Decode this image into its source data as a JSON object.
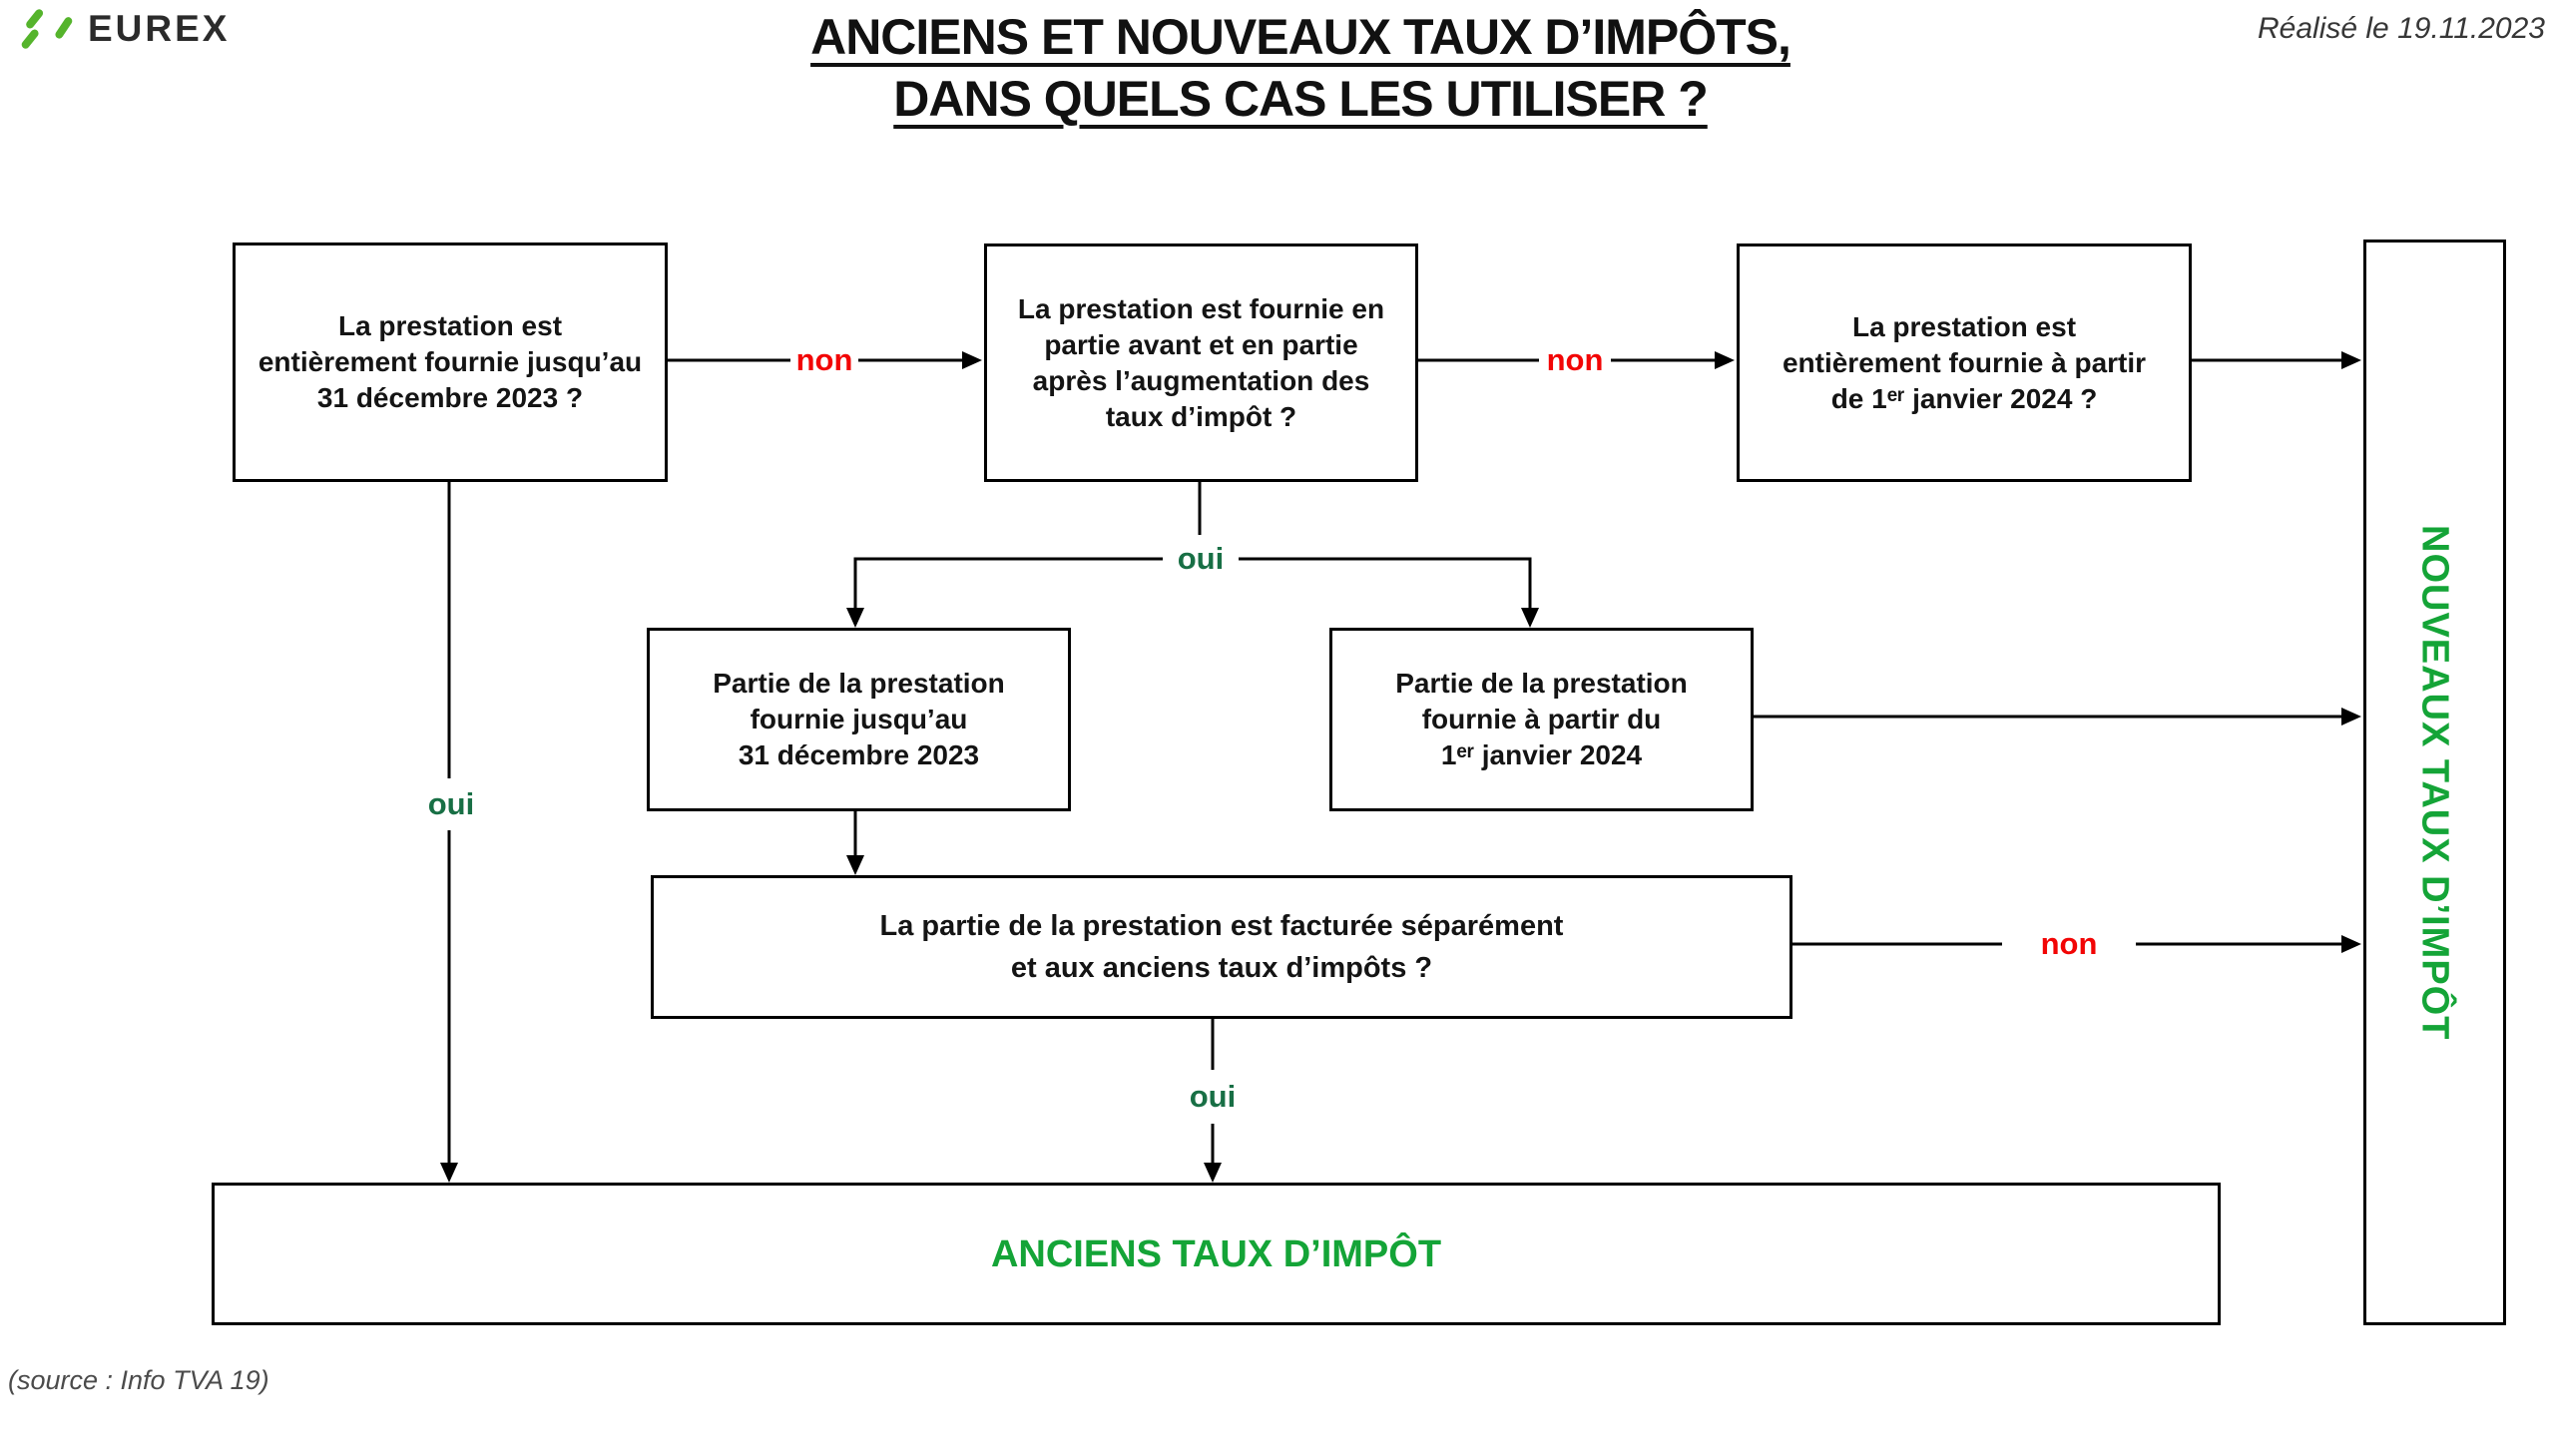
{
  "brand": {
    "logo_text": "EUREX"
  },
  "header": {
    "title_line1": "ANCIENS ET NOUVEAUX TAUX D’IMPÔTS,",
    "title_line2": "DANS QUELS CAS LES UTILISER ?",
    "date_note": "Réalisé le 19.11.2023"
  },
  "flowchart": {
    "q_fully_before": "La prestation est\nentièrement fournie jusqu’au\n31 décembre 2023 ?",
    "q_partly_before_after": "La prestation est fournie en\npartie avant et en partie\naprès l’augmentation des\ntaux d’impôt ?",
    "q_fully_after": "La prestation est\nentièrement fournie à partir\nde 1ᵉʳ janvier 2024 ?",
    "part_before": "Partie de la prestation\nfournie jusqu’au\n31 décembre 2023",
    "part_after": "Partie de la prestation\nfournie à partir du\n1ᵉʳ janvier 2024",
    "q_invoiced_separately": "La partie de la prestation est facturée séparément\net aux anciens taux d’impôts ?",
    "label_yes": "oui",
    "label_no": "non",
    "terminal_old": "ANCIENS TAUX D’IMPÔT",
    "terminal_new": "NOUVEAUX TAUX D’IMPÔT"
  },
  "footer": {
    "source_note": "(source : Info TVA 19)"
  },
  "colors": {
    "red": "#f20505",
    "dark_green": "#186f45",
    "green_label": "#14a437",
    "logo_green": "#55b42c"
  }
}
